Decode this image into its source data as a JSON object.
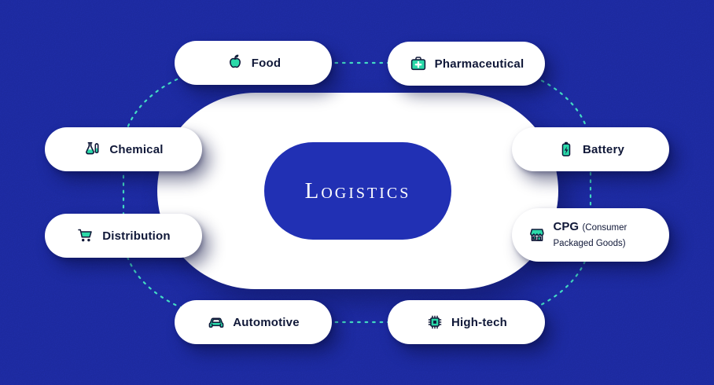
{
  "theme": {
    "bg": "#2130b4",
    "teal": "#2bd9a9",
    "ink": "#101838",
    "dash": "#43dcc3",
    "pill": "#ffffff"
  },
  "center": {
    "label": "Logistics"
  },
  "nodes": [
    {
      "id": "food",
      "label": "Food",
      "icon": "apple-icon"
    },
    {
      "id": "pharmaceutical",
      "label": "Pharmaceutical",
      "icon": "first-aid-icon"
    },
    {
      "id": "chemical",
      "label": "Chemical",
      "icon": "flask-icon"
    },
    {
      "id": "battery",
      "label": "Battery",
      "icon": "battery-icon"
    },
    {
      "id": "distribution",
      "label": "Distribution",
      "icon": "shopping-cart-icon"
    },
    {
      "id": "cpg",
      "label": "CPG",
      "label_suffix": "(Consumer Packaged Goods)",
      "icon": "storefront-icon"
    },
    {
      "id": "automotive",
      "label": "Automotive",
      "icon": "car-icon"
    },
    {
      "id": "high-tech",
      "label": "High-tech",
      "icon": "chip-icon"
    }
  ]
}
